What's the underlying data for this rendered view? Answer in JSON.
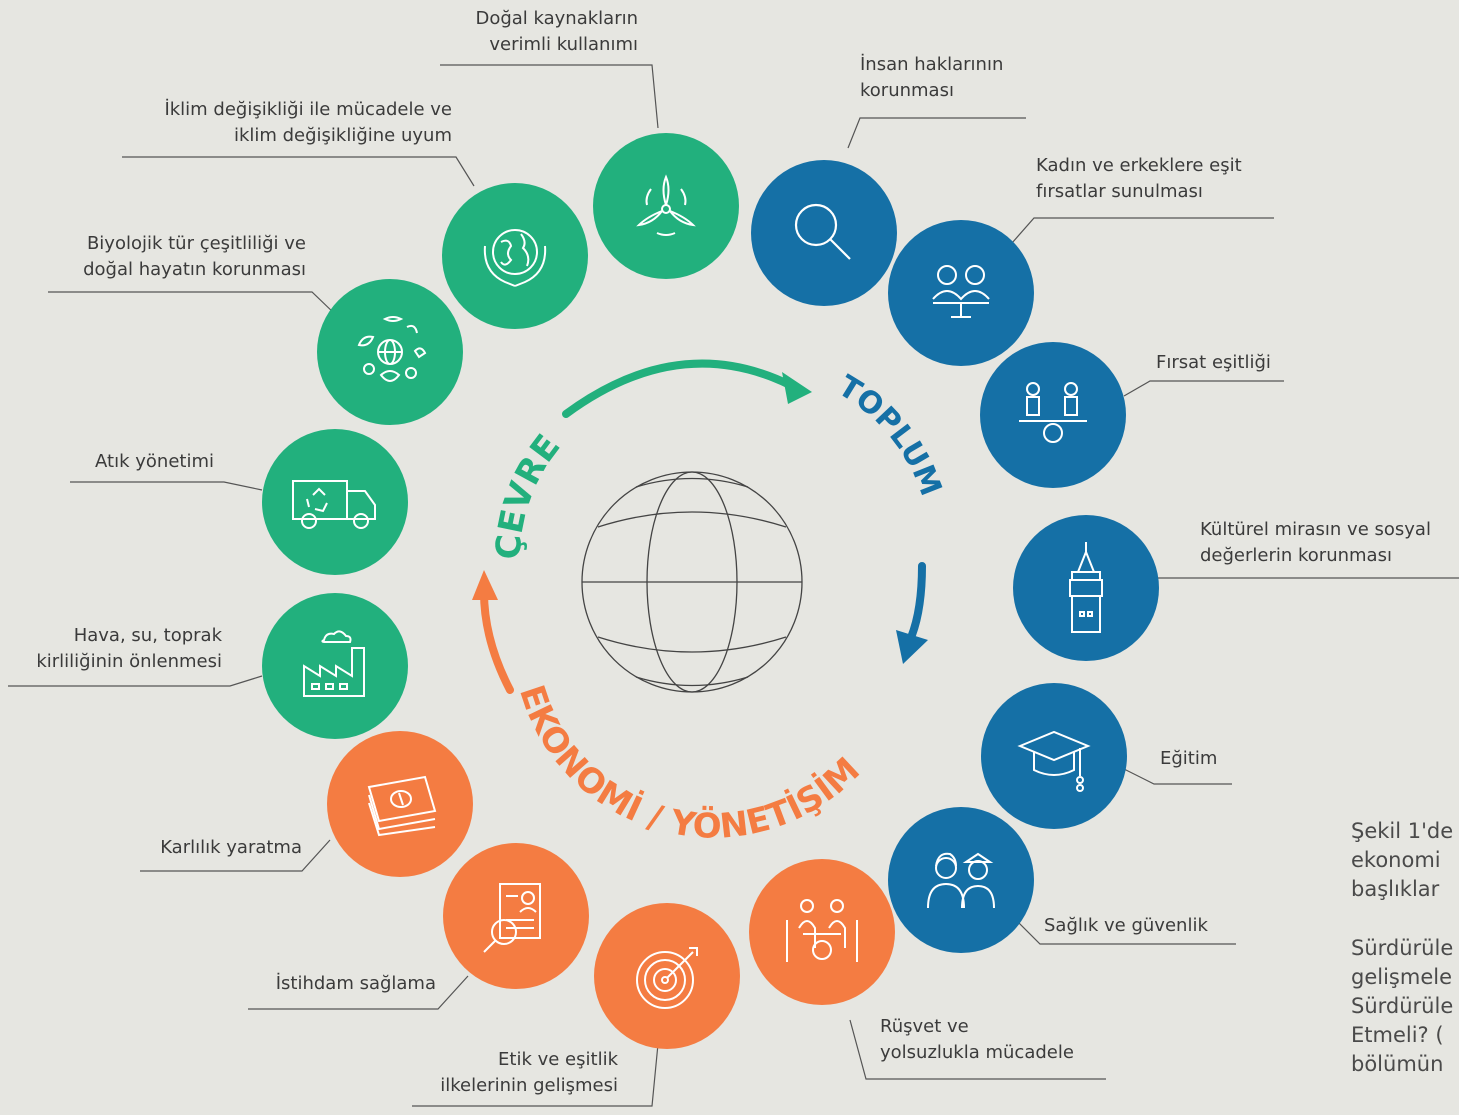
{
  "center": {
    "environment_label": "ÇEVRE",
    "society_label": "TOPLUM",
    "economy_label": "EKONOMİ / YÖNETİŞİM"
  },
  "colors": {
    "environment": "#22b07d",
    "society": "#1570a6",
    "economy": "#f47c42",
    "background": "#e6e6e1"
  },
  "topics": {
    "dogal_kaynaklar": {
      "label": "Doğal kaynakların\nverimli kullanımı",
      "icon": "wind-turbine-icon"
    },
    "iklim": {
      "label": "İklim değişikliği ile mücadele ve\niklim değişikliğine uyum",
      "icon": "globe-in-hands-icon"
    },
    "biyolojik": {
      "label": "Biyolojik tür çeşitliliği ve\ndoğal hayatın korunması",
      "icon": "biodiversity-icon"
    },
    "atik": {
      "label": "Atık yönetimi",
      "icon": "recycling-truck-icon"
    },
    "hava_su": {
      "label": "Hava, su, toprak\nkirliliğinin önlenmesi",
      "icon": "factory-icon"
    },
    "karlilik": {
      "label": "Karlılık yaratma",
      "icon": "money-stack-icon"
    },
    "istihdam": {
      "label": "İstihdam sağlama",
      "icon": "resume-search-icon"
    },
    "etik": {
      "label": "Etik ve eşitlik\nilkelerinin gelişmesi",
      "icon": "target-icon"
    },
    "rusvet": {
      "label": "Rüşvet ve\nyolsuzlukla mücadele",
      "icon": "bribery-icon"
    },
    "saglik": {
      "label": "Sağlık ve güvenlik",
      "icon": "doctor-police-icon"
    },
    "egitim": {
      "label": "Eğitim",
      "icon": "graduation-cap-icon"
    },
    "kulturel": {
      "label": "Kültürel mirasın ve sosyal\ndeğerlerin korunması",
      "icon": "galata-tower-icon"
    },
    "firsat": {
      "label": "Fırsat eşitliği",
      "icon": "seesaw-icon"
    },
    "kadin_erkek": {
      "label": "Kadın ve erkeklere eşit\nfırsatlar sunulması",
      "icon": "two-people-icon"
    },
    "insan_haklari": {
      "label": "İnsan haklarının\nkorunması",
      "icon": "magnifier-icon"
    }
  },
  "side_text": {
    "line1": "Şekil 1'de",
    "line2": "ekonomi",
    "line3": "başlıklar",
    "line4": "Sürdürüle",
    "line5": "gelişmele",
    "line6": "Sürdürüle",
    "line7": "Etmeli? (",
    "line8": "bölümün"
  }
}
